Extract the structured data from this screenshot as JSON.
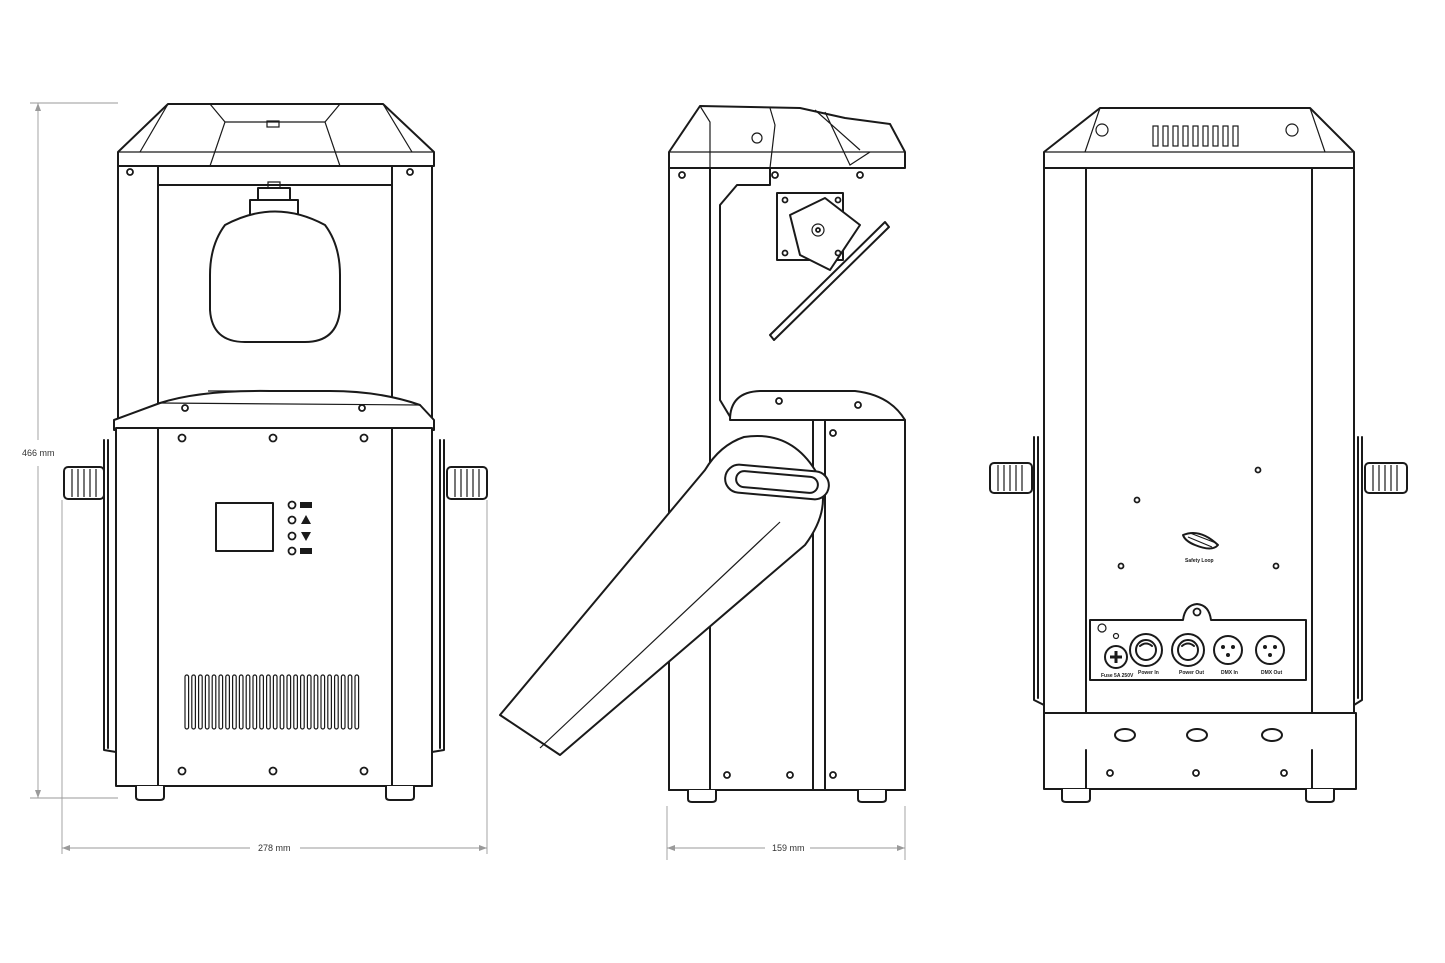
{
  "dimensions": {
    "height": "466 mm",
    "width": "278 mm",
    "depth": "159 mm"
  },
  "rear_panel": {
    "safety_loop": "Safety Loop",
    "fuse": "Fuse 5A 250V",
    "power_in": "Power In",
    "power_out": "Power Out",
    "dmx_in": "DMX In",
    "dmx_out": "DMX Out"
  }
}
